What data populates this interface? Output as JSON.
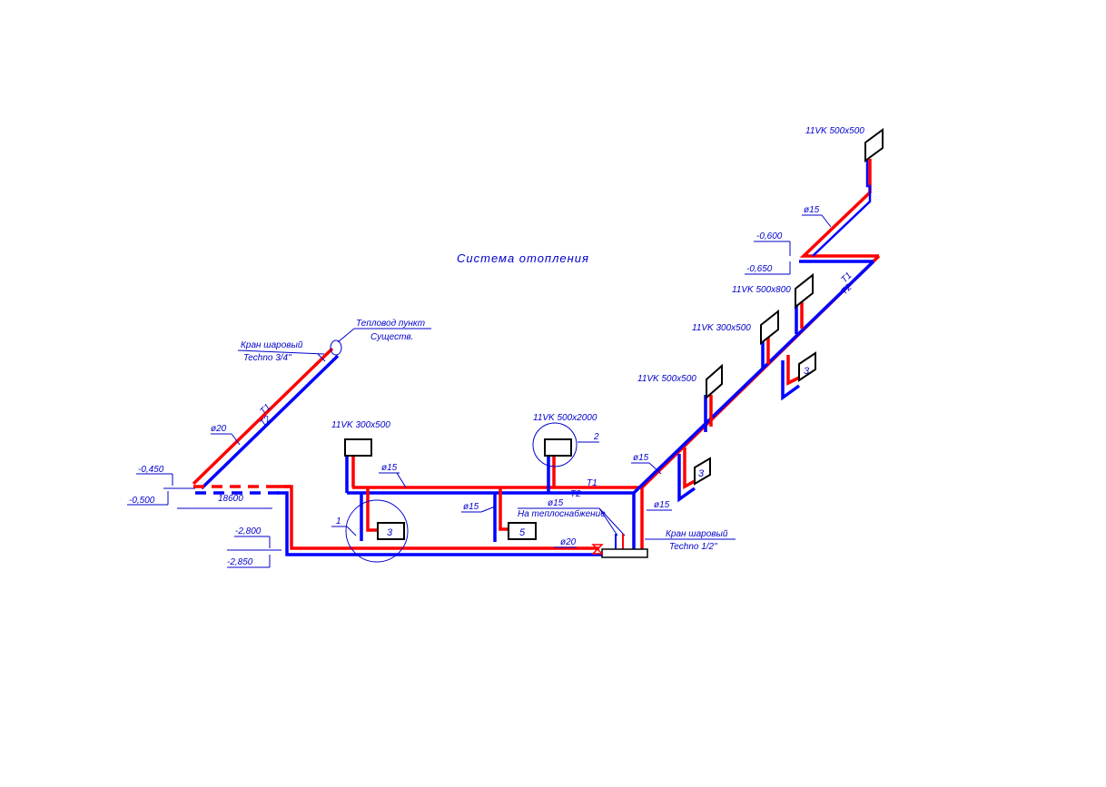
{
  "title": "Система отопления",
  "colors": {
    "supply": "#ff0000",
    "return": "#0000ff",
    "annotation": "#0000cc"
  },
  "heat_point": {
    "line1": "Тепловод пункт",
    "line2": "Существ."
  },
  "ball_valve_main": {
    "line1": "Кран шаровый",
    "line2": "Techno 3/4\""
  },
  "ball_valve_manifold": {
    "line1": "Кран шаровый",
    "line2": "Techno 1/2\""
  },
  "heat_supply": "На теплоснабжение",
  "pipes": {
    "t1": "T1",
    "t2": "T2",
    "d20": "ø20",
    "d15": "ø15"
  },
  "levels": [
    "-0,450",
    "-0,500",
    "-2,800",
    "-2,850",
    "-0,600",
    "-0,650"
  ],
  "length": "18600",
  "radiators": [
    {
      "label": "11VK 300x500"
    },
    {
      "label": "11VK 500x2000"
    },
    {
      "label": "11VK 500x500"
    },
    {
      "label": "11VK 300x500"
    },
    {
      "label": "11VK 500x800"
    },
    {
      "label": "11VK 500x500"
    }
  ],
  "callouts": [
    "1",
    "2"
  ],
  "floor_radiators": [
    "3",
    "5",
    "3",
    "3"
  ]
}
